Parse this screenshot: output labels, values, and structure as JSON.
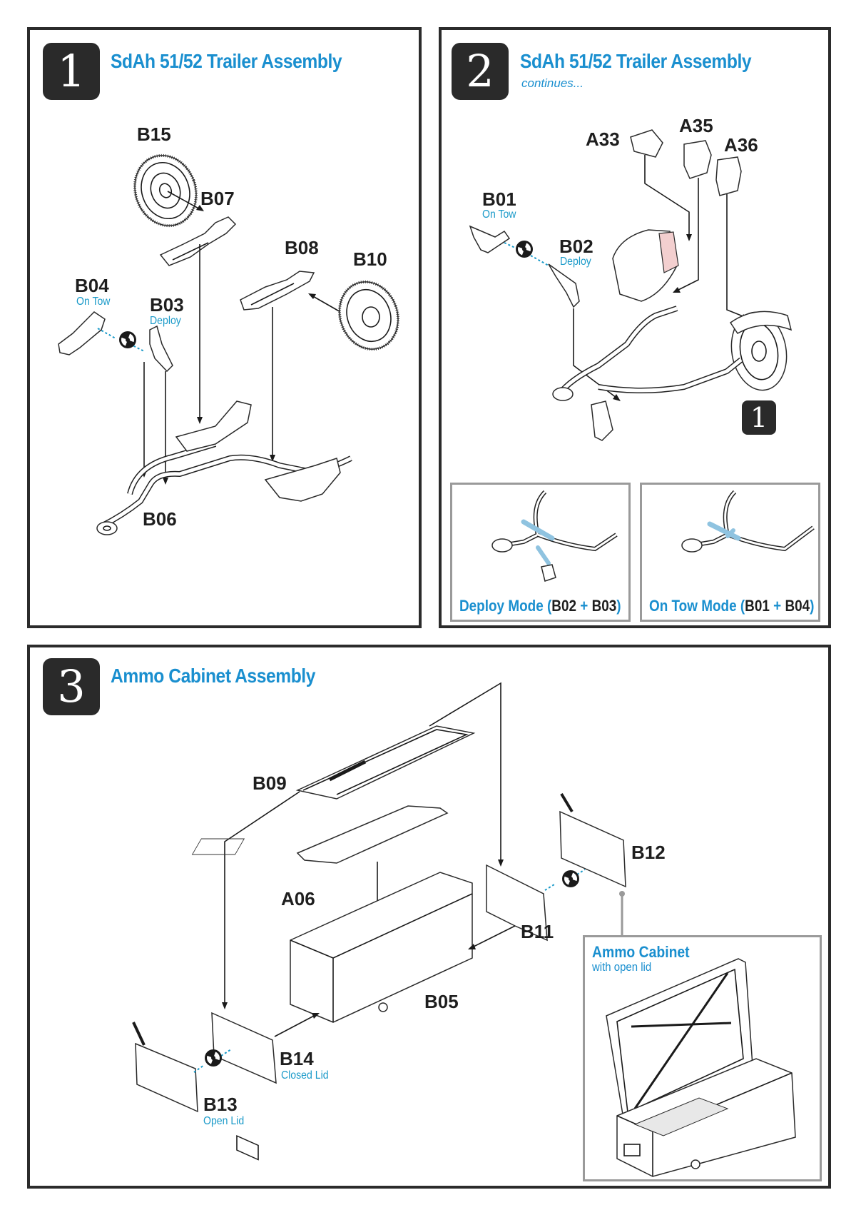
{
  "steps": [
    {
      "number": "1",
      "title": "SdAh 51/52 Trailer Assembly",
      "parts": {
        "B15": "B15",
        "B07": "B07",
        "B08": "B08",
        "B10": "B10",
        "B04": "B04",
        "B03": "B03",
        "B06": "B06"
      },
      "notes": {
        "B04": "On Tow",
        "B03": "Deploy"
      }
    },
    {
      "number": "2",
      "title": "SdAh 51/52 Trailer Assembly",
      "subtitle": "continues...",
      "parts": {
        "A33": "A33",
        "A35": "A35",
        "A36": "A36",
        "B01": "B01",
        "B02": "B02"
      },
      "notes": {
        "B01": "On Tow",
        "B02": "Deploy"
      },
      "reference_step": "1",
      "modes": [
        {
          "label": "Deploy Mode",
          "open": " (",
          "p1": "B02",
          "plus": " + ",
          "p2": "B03",
          "close": ")"
        },
        {
          "label": "On Tow Mode",
          "open": " (",
          "p1": "B01",
          "plus": " + ",
          "p2": "B04",
          "close": ")"
        }
      ]
    },
    {
      "number": "3",
      "title": "Ammo Cabinet Assembly",
      "parts": {
        "B09": "B09",
        "A06": "A06",
        "B12": "B12",
        "B11": "B11",
        "B05": "B05",
        "B14": "B14",
        "B13": "B13"
      },
      "notes": {
        "B14": "Closed Lid",
        "B13": "Open Lid"
      },
      "inset": {
        "title": "Ammo Cabinet",
        "subtitle": "with open lid"
      }
    }
  ],
  "colors": {
    "accent_blue": "#1a8fcf",
    "badge_dark": "#2a2a2a",
    "highlight_part_blue": "#8fc3e0",
    "highlight_pink": "#f3cfcf",
    "option_dashed": "#1a9ac9"
  }
}
